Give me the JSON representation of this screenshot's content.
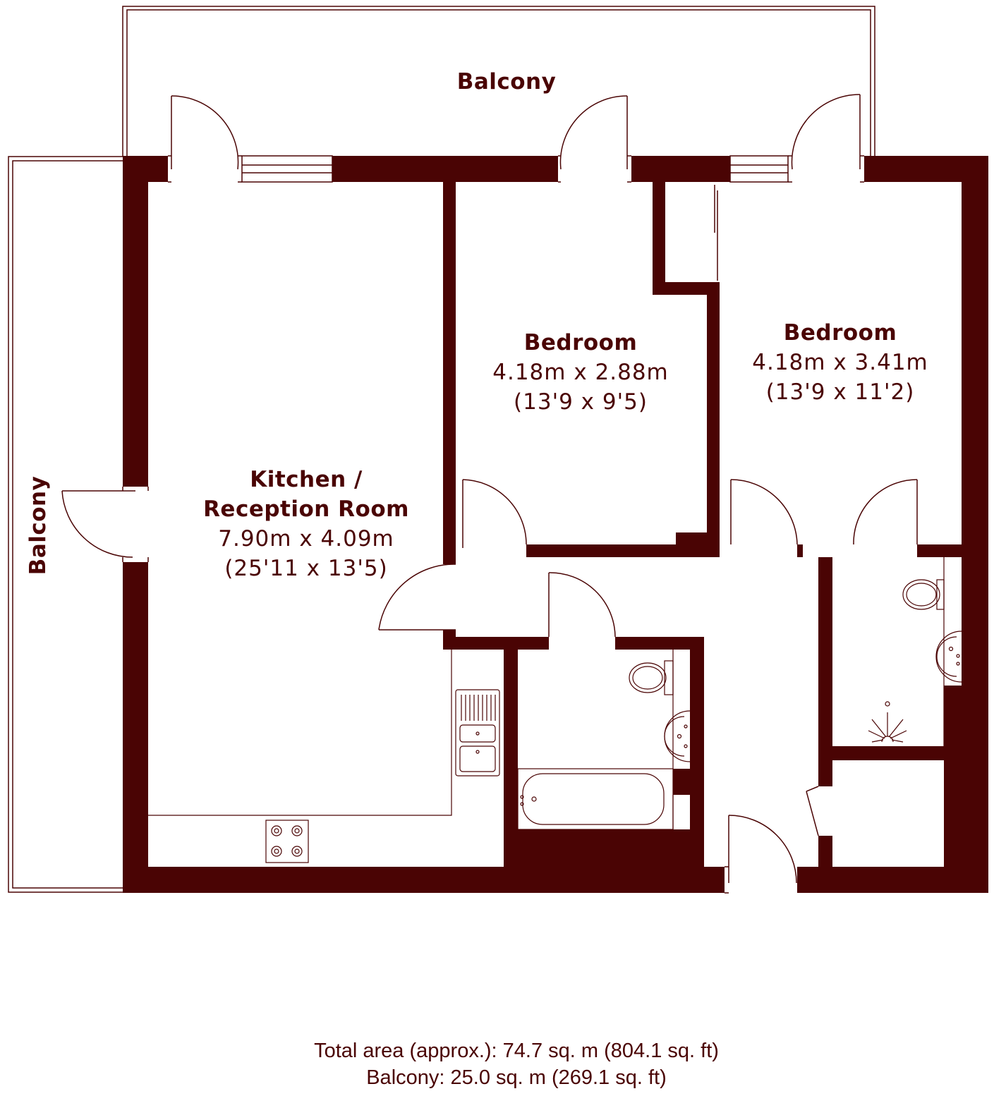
{
  "colors": {
    "wall": "#4a0404",
    "line": "#4a0404",
    "background": "#ffffff"
  },
  "balcony_top": {
    "name": "Balcony"
  },
  "balcony_left": {
    "name": "Balcony"
  },
  "kitchen_reception": {
    "name_line1": "Kitchen /",
    "name_line2": "Reception Room",
    "size_metric": "7.90m x 4.09m",
    "size_imperial": "(25'11 x 13'5)"
  },
  "bedroom_1": {
    "name": "Bedroom",
    "size_metric": "4.18m x 2.88m",
    "size_imperial": "(13'9 x 9'5)"
  },
  "bedroom_2": {
    "name": "Bedroom",
    "size_metric": "4.18m x 3.41m",
    "size_imperial": "(13'9 x 11'2)"
  },
  "area_summary": {
    "total": "Total area (approx.): 74.7 sq. m (804.1 sq. ft)",
    "balcony": "Balcony: 25.0 sq. m (269.1 sq. ft)"
  }
}
